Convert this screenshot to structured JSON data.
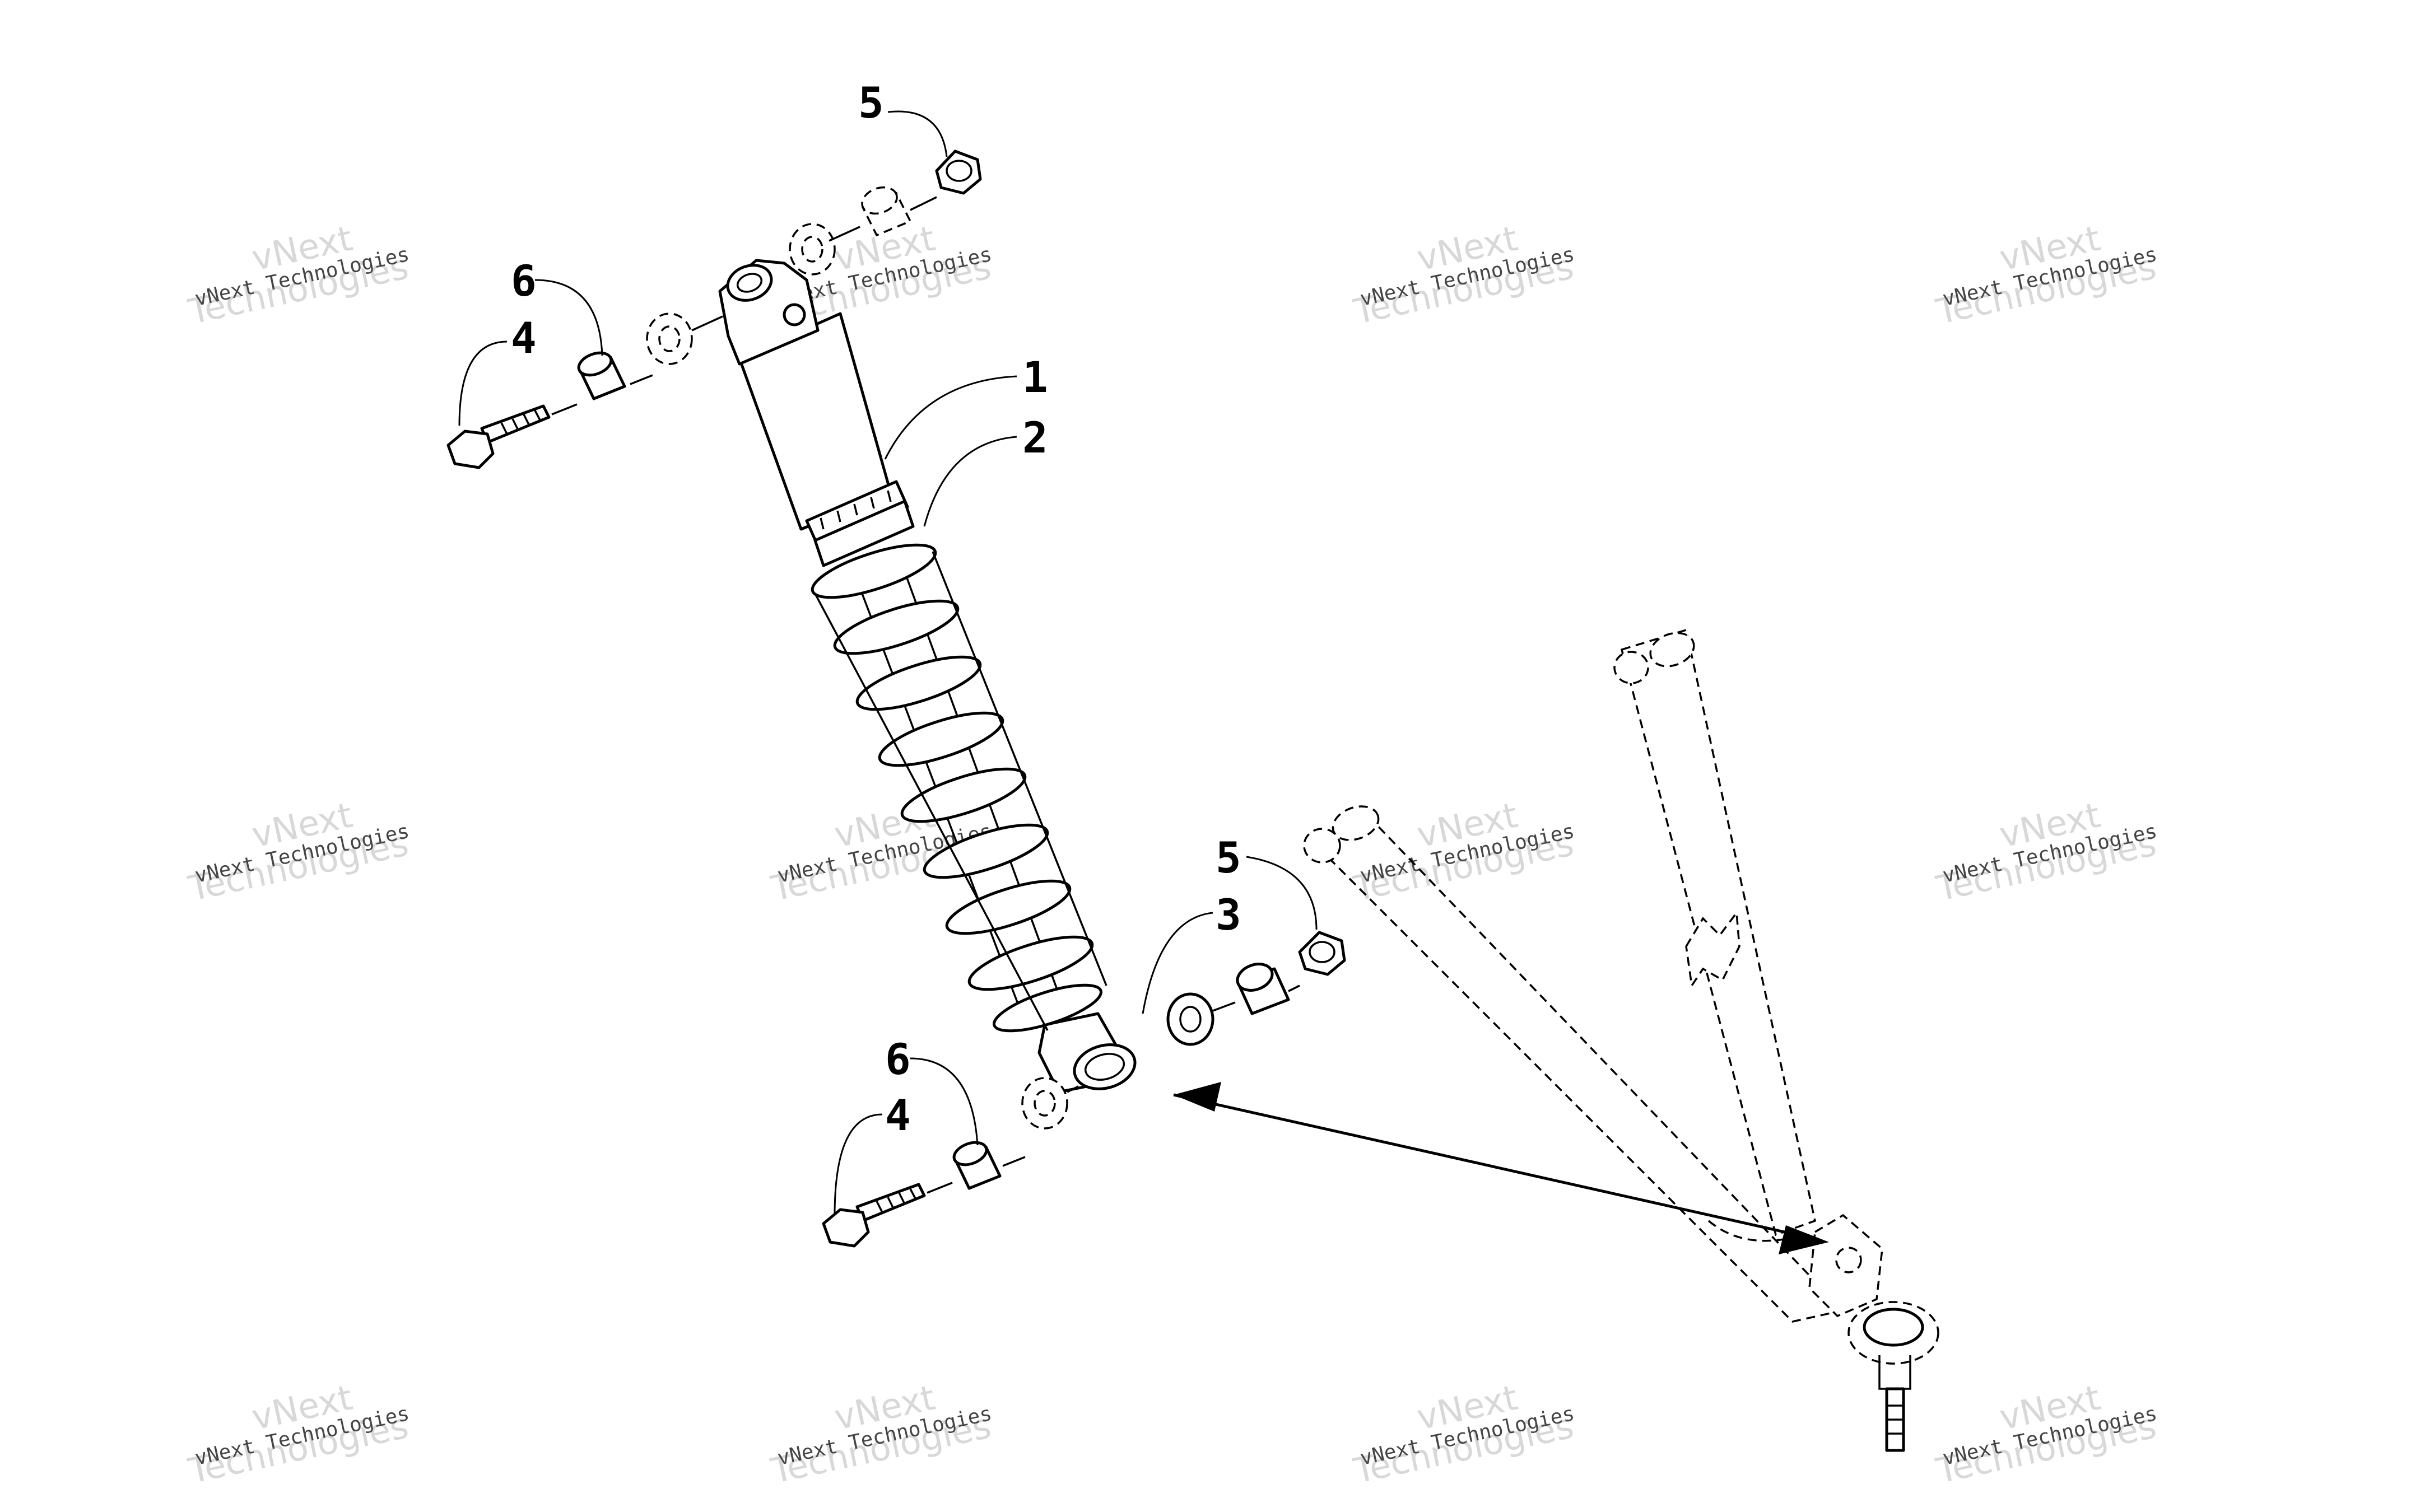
{
  "callouts": {
    "c1": "1",
    "c2": "2",
    "c3": "3",
    "c4_top": "4",
    "c4_bottom": "4",
    "c5_top": "5",
    "c5_bottom": "5",
    "c6_top": "6",
    "c6_bottom": "6"
  },
  "watermark": {
    "line1": "vNext Technologies",
    "line2": "vNext",
    "line3": "Technologies"
  }
}
